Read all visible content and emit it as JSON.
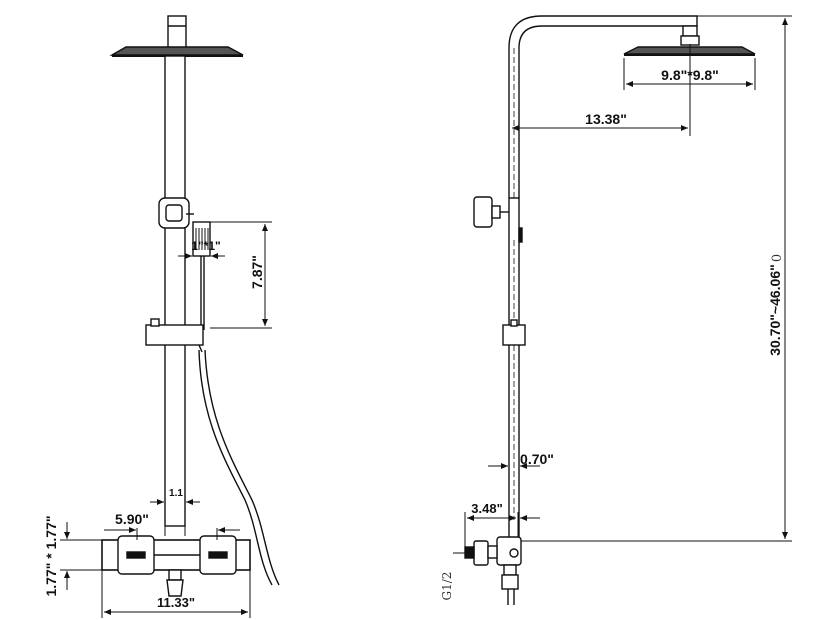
{
  "front_view": {
    "labels": {
      "handset_size": "1\"*1\"",
      "handset_height": "7.87\"",
      "pipe_small": "1.1",
      "mixer_spacing": "5.90\"",
      "mixer_height": "1.77\" * 1.77\"",
      "mixer_width": "11.33\""
    }
  },
  "side_view": {
    "labels": {
      "head_size": "9.8\"*9.8\"",
      "arm_length": "13.38\"",
      "height_range": "30.70\"~46.06\"",
      "pipe_diameter": "0.70\"",
      "wall_offset": "3.48\"",
      "thread": "G1/2",
      "mark": "0"
    }
  }
}
